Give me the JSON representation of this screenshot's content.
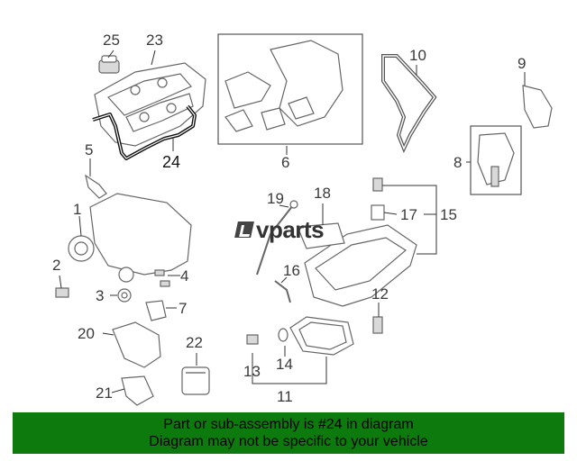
{
  "callouts": {
    "c1": "1",
    "c2": "2",
    "c3": "3",
    "c4": "4",
    "c5": "5",
    "c6": "6",
    "c7": "7",
    "c8": "8",
    "c9": "9",
    "c10": "10",
    "c11": "11",
    "c12": "12",
    "c13": "13",
    "c14": "14",
    "c15": "15",
    "c16": "16",
    "c17": "17",
    "c18": "18",
    "c19": "19",
    "c20": "20",
    "c21": "21",
    "c22": "22",
    "c23": "23",
    "c24": "24",
    "c25": "25"
  },
  "watermark": {
    "text": "vparts"
  },
  "footer": {
    "line1": "Part or sub-assembly is #24 in diagram",
    "line2": "Diagram may not be specific to your vehicle"
  },
  "colors": {
    "banner": "#0d7a0d",
    "highlight": "#111111"
  }
}
